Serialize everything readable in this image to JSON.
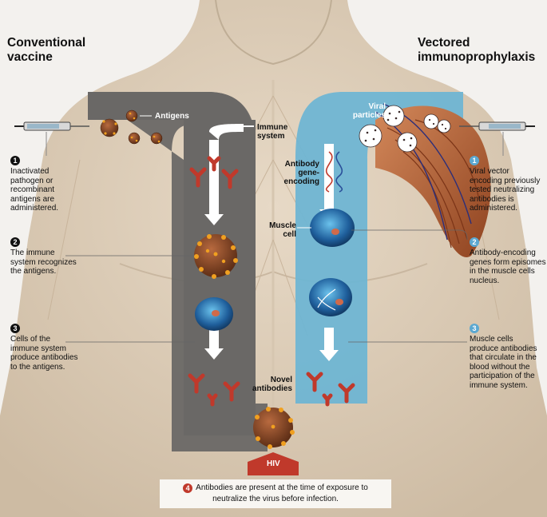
{
  "titles": {
    "left_line1": "Conventional",
    "left_line2": "vaccine",
    "right_line1": "Vectored",
    "right_line2": "immunoprophylaxis"
  },
  "labels": {
    "antigens": "Antigens",
    "immune_system_1": "Immune",
    "immune_system_2": "system",
    "viral_particles_1": "Viral",
    "viral_particles_2": "particles",
    "antibody_1": "Antibody",
    "antibody_2": "gene-",
    "antibody_3": "encoding",
    "muscle_1": "Muscle",
    "muscle_2": "cell",
    "novel_1": "Novel",
    "novel_2": "antibodies",
    "hiv": "HIV"
  },
  "left_steps": [
    {
      "num": "1",
      "lines": [
        "Inactivated",
        "pathogen or",
        "recombinant",
        "antigens are",
        "administered."
      ]
    },
    {
      "num": "2",
      "lines": [
        "The immune",
        "system recognizes",
        "the antigens."
      ]
    },
    {
      "num": "3",
      "lines": [
        "Cells of the",
        "immune system",
        "produce antibodies",
        "to the antigens."
      ]
    }
  ],
  "right_steps": [
    {
      "num": "1",
      "lines": [
        "Viral vector",
        "encoding previously",
        "tested neutralizing",
        "antibodies is",
        "administered."
      ]
    },
    {
      "num": "2",
      "lines": [
        "Antibody-encoding",
        "genes form episomes",
        "in the muscle cells",
        "nucleus."
      ]
    },
    {
      "num": "3",
      "lines": [
        "Muscle cells",
        "produce antibodies",
        "that circulate in the",
        "blood without the",
        "participation of the",
        "immune system."
      ]
    }
  ],
  "bottom": {
    "num": "4",
    "line1": "Antibodies are present at the time of exposure to",
    "line2": "neutralize the virus before infection."
  },
  "colors": {
    "left_pathway": "#6a6866",
    "right_pathway": "#6fb5d3",
    "step_dark": "#111111",
    "step_blue": "#5ba8d1",
    "step_red": "#c0392b",
    "virus": "#8b4a2b",
    "antibody": "#c0392b",
    "cell": "#2a6fb0",
    "muscle": "#b5643a"
  },
  "icons": [
    "syringe-icon",
    "virus-icon",
    "antibody-icon",
    "dna-icon",
    "cell-icon",
    "muscle-illustration"
  ]
}
